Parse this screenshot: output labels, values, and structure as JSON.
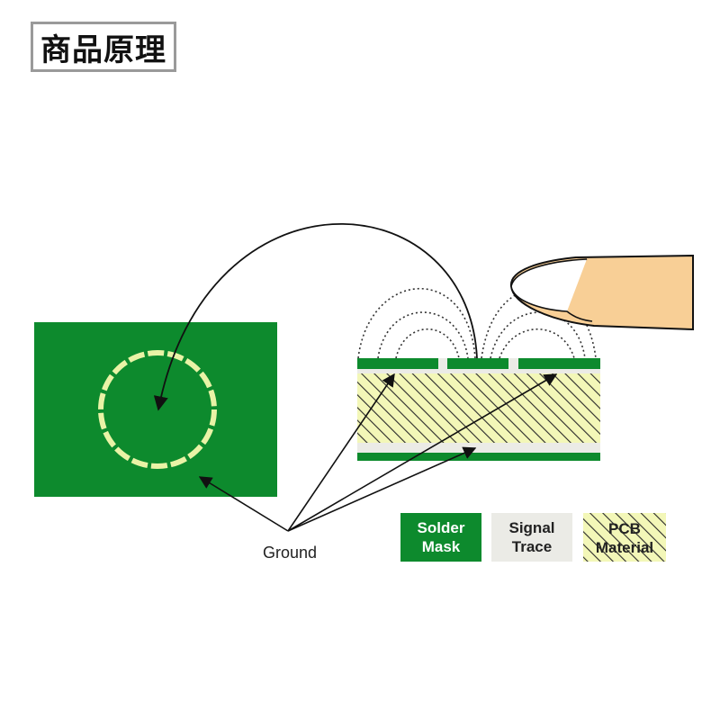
{
  "title": "商品原理",
  "labels": {
    "ground": "Ground"
  },
  "legend": [
    {
      "line1": "Solder",
      "line2": "Mask",
      "fill": "#0d8a2d",
      "text_color": "#ffffff",
      "pattern": "solid"
    },
    {
      "line1": "Signal",
      "line2": "Trace",
      "fill": "#ebebe6",
      "text_color": "#222222",
      "pattern": "solid"
    },
    {
      "line1": "PCB",
      "line2": "Material",
      "fill": "#f3f7b8",
      "text_color": "#222222",
      "pattern": "hatch"
    }
  ],
  "colors": {
    "solder_mask": "#0d8a2d",
    "pad_ring": "#e9f3a6",
    "signal_trace": "#ebebe6",
    "pcb_material": "#f3f7b8",
    "finger_fill": "#f8cf96",
    "line": "#111111"
  }
}
